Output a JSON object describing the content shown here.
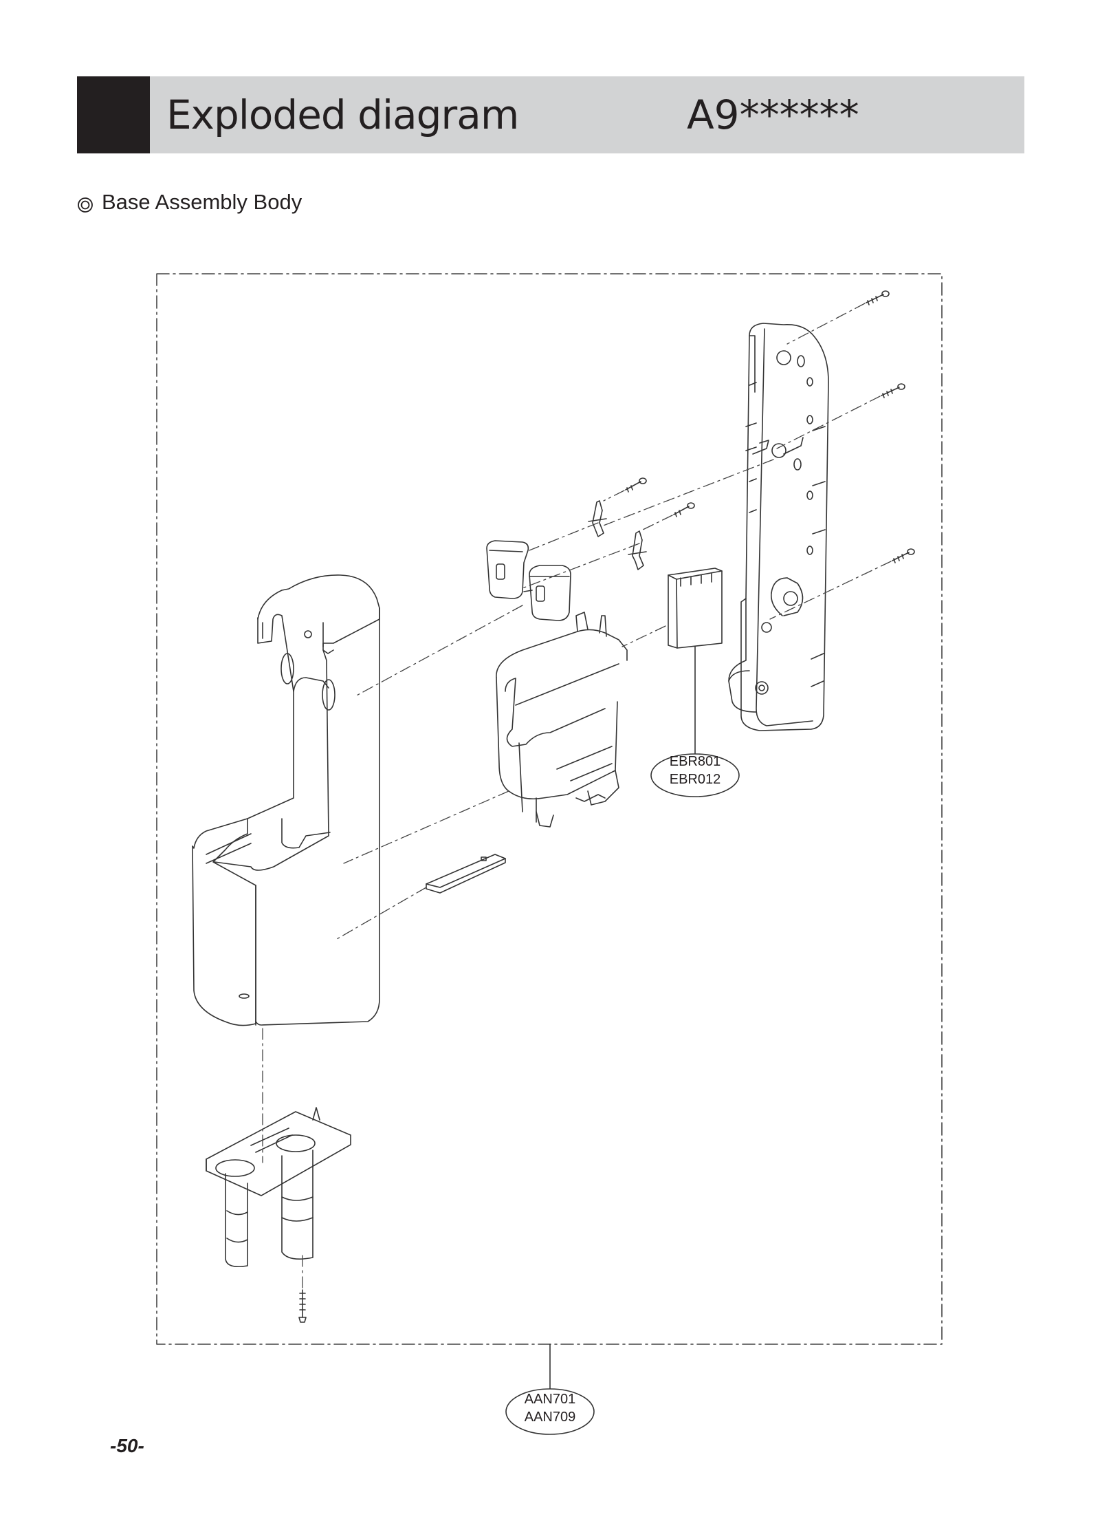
{
  "header": {
    "title": "Exploded diagram",
    "model": "A9******"
  },
  "section": {
    "icon": "double-circle-icon",
    "heading": "Base Assembly Body"
  },
  "callouts": {
    "board": {
      "line1": "EBR801",
      "line2": "EBR012"
    },
    "assembly": {
      "line1": "AAN701",
      "line2": "AAN709"
    }
  },
  "page": {
    "number": "-50-"
  }
}
